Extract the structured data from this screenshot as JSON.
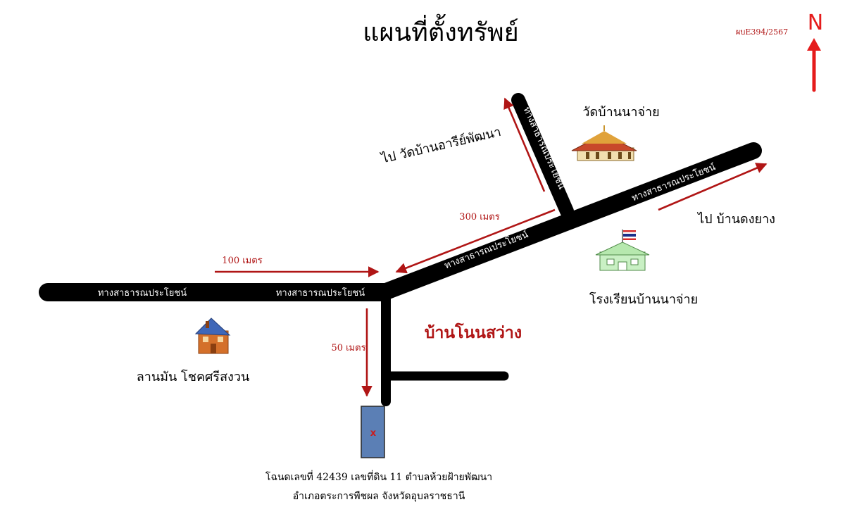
{
  "title": "แผนที่ตั้งทรัพย์",
  "doc_code": "ผบE394/2567",
  "north_label": "N",
  "roads": {
    "west_label": "ทางสาธารณประโยชน์",
    "center_label": "ทางสาธารณประโยชน์",
    "diagonal_low_label": "ทางสาธารณประโยชน์",
    "diagonal_high_label": "ทางสาธารณประโยชน์",
    "north_branch_label": "ทางสาธารณประโยชน์"
  },
  "distances": {
    "d100": "100 เมตร",
    "d300": "300 เมตร",
    "d50": "50 เมตร"
  },
  "places": {
    "to_wat_ari": "ไป วัดบ้านอารีย์พัฒนา",
    "wat_ban_na_chai": "วัดบ้านนาจ่าย",
    "to_ban_dong_yang": "ไป บ้านดงยาง",
    "school": "โรงเรียนบ้านนาจ่าย",
    "lan_man": "ลานมัน โชคศรีสงวน",
    "village": "บ้านโนนสว่าง"
  },
  "property": {
    "mark": "x",
    "deed_line1": "โฉนดเลขที่ 42439 เลขที่ดิน 11  ตำบลห้วยฝ้ายพัฒนา",
    "deed_line2": "อำเภอตระการพืชผล จังหวัดอุบลราชธานี"
  },
  "colors": {
    "road": "#000000",
    "arrow": "#b01515",
    "north_arrow": "#e51c1c",
    "plot": "#5b7fb5"
  },
  "icons": [
    "temple-icon",
    "school-icon",
    "thai-flag-icon",
    "house-icon",
    "north-arrow-icon"
  ]
}
